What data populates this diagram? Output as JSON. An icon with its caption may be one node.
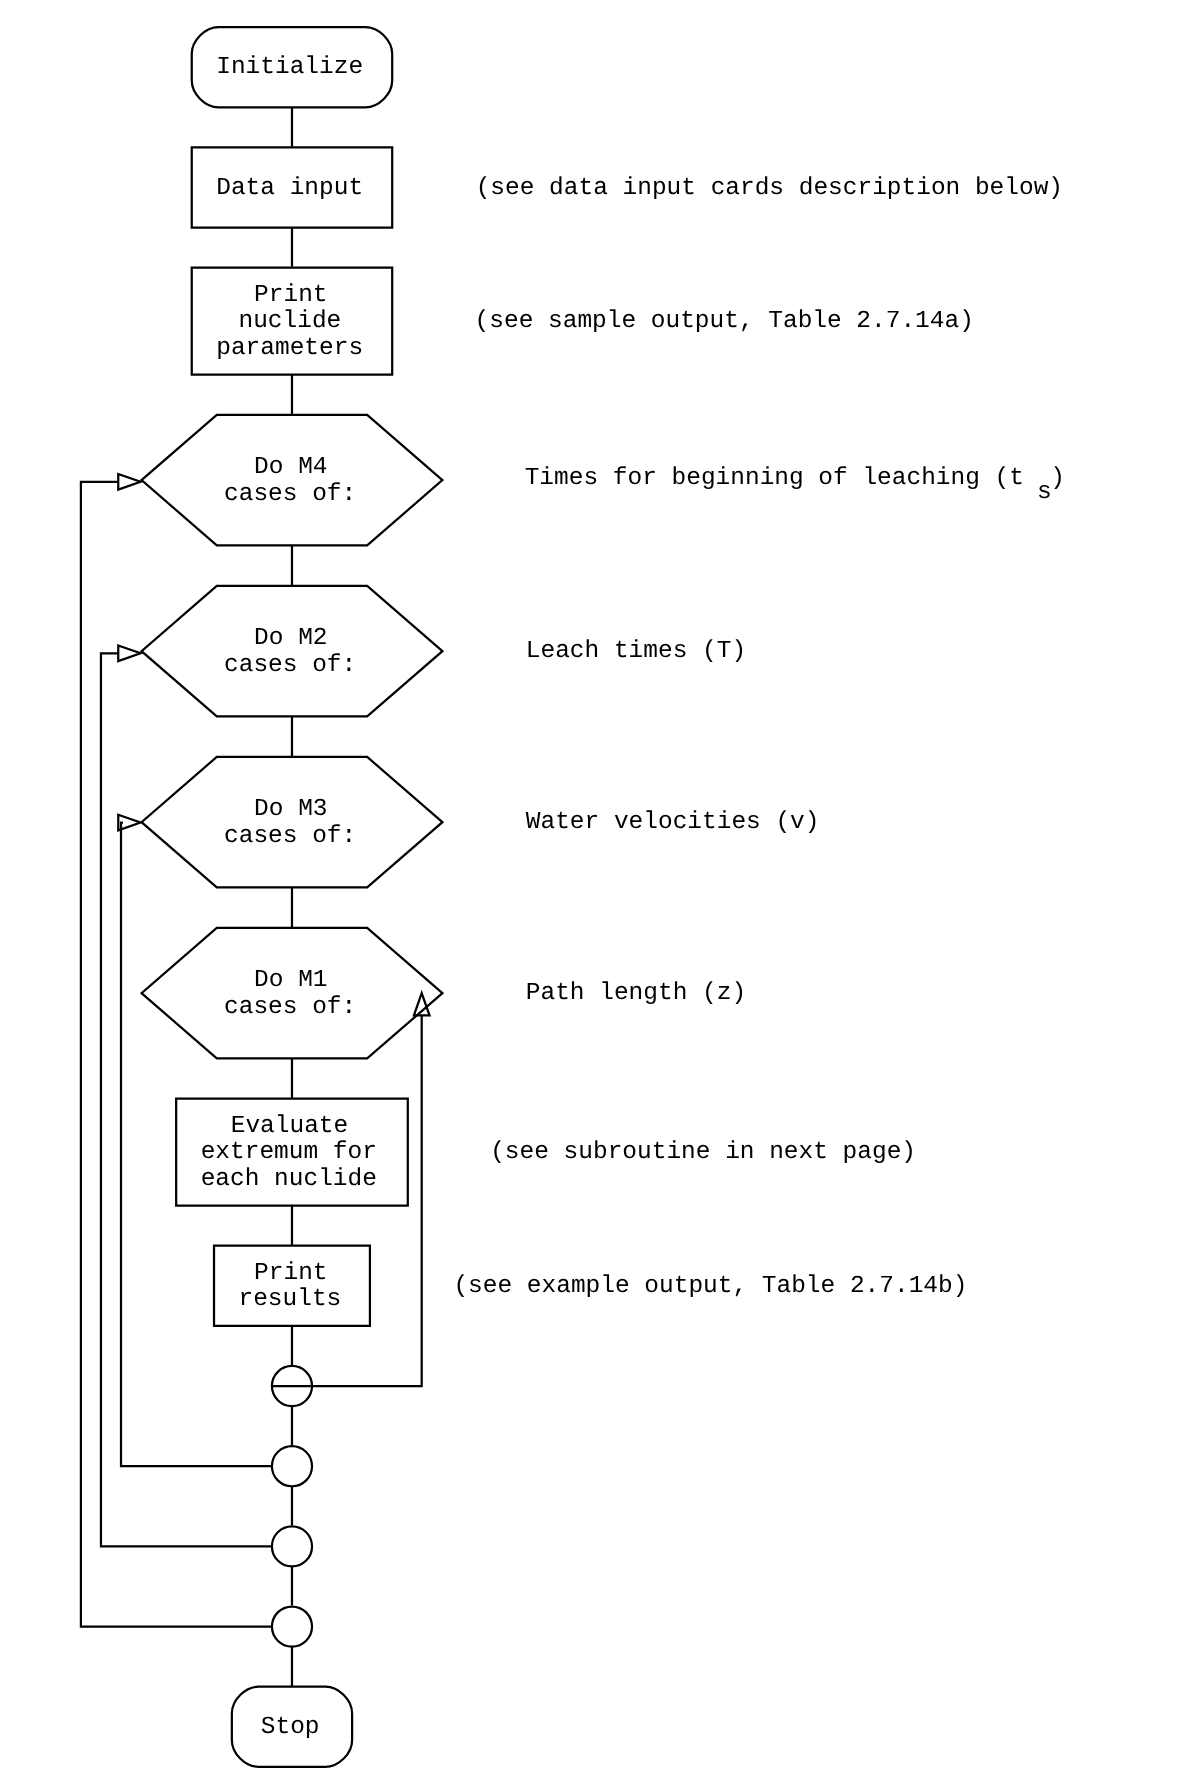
{
  "diagram": {
    "nodes": [
      {
        "text": [
          "Initialize"
        ]
      },
      {
        "text": [
          "Data input"
        ],
        "beside": [
          "(see data input cards description below)"
        ]
      },
      {
        "text": [
          "Print nuclide parameters"
        ],
        "beside": [
          "(see sample output, Table 2.7.14a)"
        ]
      },
      {
        "text": [
          "Do M4 cases of:"
        ],
        "beside": [
          "Times for beginning of leaching (t$_{s}$)"
        ]
      },
      {
        "text": [
          "Do M2 cases of:"
        ],
        "beside": [
          "Leach times (T)"
        ]
      },
      {
        "text": [
          "Do M3 cases of:"
        ],
        "beside": [
          "Water velocities (v)"
        ]
      },
      {
        "text": [
          "Do M1 cases of:"
        ],
        "beside": [
          "Path length (z)"
        ]
      },
      {
        "text": [
          "Evaluate extremum for each nuclide"
        ],
        "beside": [
          "(see subroutine in next page)"
        ]
      },
      {
        "text": [
          "Print results"
        ],
        "beside": [
          "(see example output, Table 2.7.14b)"
        ]
      },
      {
        "text": [],
        "shape": "circle"
      },
      {
        "text": [],
        "shape": "circle"
      },
      {
        "text": [],
        "shape": "circle"
      },
      {
        "text": [],
        "shape": "circle"
      },
      {
        "text": [
          "Stop"
        ]
      }
    ],
    "edges": [
      {
        "from": 0,
        "to": 1,
        "arrow": "none"
      },
      {
        "from": 1,
        "to": 2,
        "arrow": "none"
      },
      {
        "from": 2,
        "to": 3,
        "arrow": "none"
      },
      {
        "from": 3,
        "to": 4,
        "arrow": "none"
      },
      {
        "from": 4,
        "to": 5,
        "arrow": "none"
      },
      {
        "from": 5,
        "to": 6,
        "arrow": "none"
      },
      {
        "from": 6,
        "to": 7,
        "arrow": "none"
      },
      {
        "from": 7,
        "to": 8,
        "arrow": "none"
      },
      {
        "from": 8,
        "to": 9,
        "arrow": "none"
      },
      {
        "from": 9,
        "to": 10,
        "arrow": "none"
      },
      {
        "from": 10,
        "to": 11,
        "arrow": "none"
      },
      {
        "from": 11,
        "to": 12,
        "arrow": "none"
      },
      {
        "from": 12,
        "to": 13,
        "arrow": "none"
      },
      {
        "from": 9,
        "to": 6,
        "arrow": "to"
      },
      {
        "from": 10,
        "to": 5,
        "arrow": "to"
      },
      {
        "from": 11,
        "to": 4,
        "arrow": "to"
      },
      {
        "from": 12,
        "to": 3,
        "arrow": "to"
      }
    ]
  }
}
